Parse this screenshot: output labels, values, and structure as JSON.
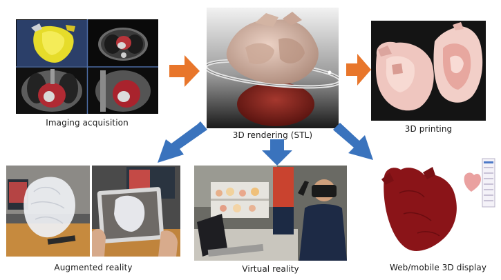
{
  "figure": {
    "stages": {
      "imaging": {
        "label": "Imaging acquisition"
      },
      "rendering": {
        "label": "3D rendering (STL)"
      },
      "printing": {
        "label": "3D printing"
      },
      "ar": {
        "label": "Augmented reality"
      },
      "vr": {
        "label": "Virtual reality"
      },
      "web": {
        "label": "Web/mobile 3D display"
      }
    },
    "colors": {
      "horizontal_arrow": "#e8762b",
      "diagonal_arrow": "#3a73bd",
      "heart_model": "#8a1418",
      "stl_surface": "#d9b7a6",
      "printed_model": "#f0c4bd"
    }
  }
}
